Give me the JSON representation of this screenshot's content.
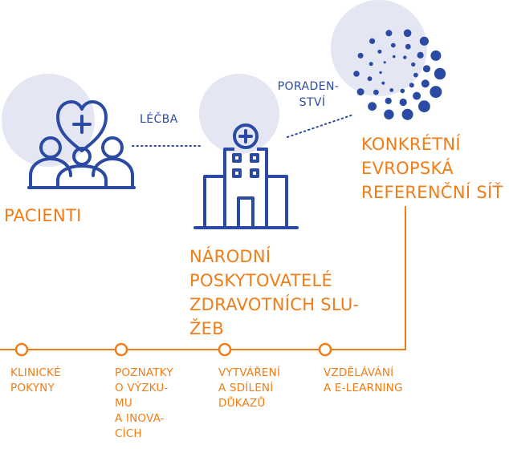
{
  "nodes": {
    "patients": "PACIENTI",
    "national_lines": [
      "NÁRODNÍ",
      "POSKYTOVATELÉ",
      "ZDRAVOTNÍCH SLU-",
      "ŽEB"
    ],
    "network_lines": [
      "KONKRÉTNÍ",
      "EVROPSKÁ",
      "REFERENČNÍ SÍŤ"
    ]
  },
  "links": {
    "treatment": "LÉČBA",
    "advisory_lines": [
      "PORADEN-",
      "STVÍ"
    ]
  },
  "timeline": [
    {
      "lines": [
        "KLINICKÉ",
        "POKYNY"
      ]
    },
    {
      "lines": [
        "POZNATKY",
        "O VÝZKU-",
        "MU",
        "A INOVA-",
        "CÍCH"
      ]
    },
    {
      "lines": [
        "VYTVÁŘENÍ",
        "A SDÍLENÍ",
        "DŮKAZŮ"
      ]
    },
    {
      "lines": [
        "VZDĚLÁVÁNÍ",
        "A E-LEARNING"
      ]
    }
  ],
  "colors": {
    "accent": "#f07d18",
    "icon_blue": "#2b4aa3",
    "halo": "#e4e7f3"
  }
}
